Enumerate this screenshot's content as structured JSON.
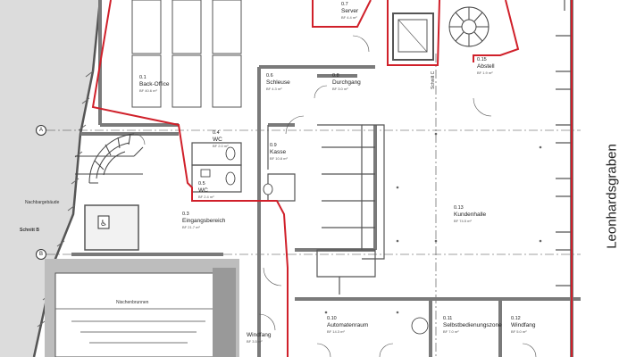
{
  "plan": {
    "street": "Leonhardsgraben",
    "neighbor": "Nachbargebäude",
    "fountain": "Nischenbrunnen",
    "section_b": "Schnitt B",
    "section_c": "Schnitt C",
    "axes": [
      "A",
      "B"
    ]
  },
  "rooms": [
    {
      "no": "0.1",
      "name": "Back-Office",
      "area": "BF 40.6 m²"
    },
    {
      "no": "0.7",
      "name": "Server",
      "area": "BF 4.4 m²"
    },
    {
      "no": "0.15",
      "name": "Abstell",
      "area": "BF 1.9 m²"
    },
    {
      "no": "0.6",
      "name": "Schleuse",
      "area": "BF 4.3 m²"
    },
    {
      "no": "0.8",
      "name": "Durchgang",
      "area": "BF 3.0 m²"
    },
    {
      "no": "0.4",
      "name": "WC",
      "area": "BF 2.0 m²"
    },
    {
      "no": "0.9",
      "name": "Kasse",
      "area": "BF 10.8 m²"
    },
    {
      "no": "0.5",
      "name": "WC",
      "area": "BF 2.4 m²"
    },
    {
      "no": "0.3",
      "name": "Eingangsbereich",
      "area": "BF 21.7 m²"
    },
    {
      "no": "0.13",
      "name": "Kundenhalle",
      "area": "BF 74.5 m²"
    },
    {
      "no": "0.10",
      "name": "Automatenraum",
      "area": "BF 14.3 m²"
    },
    {
      "no": "0.11",
      "name": "Selbstbedienungszone",
      "area": "BF 7.0 m²"
    },
    {
      "no": "0.12",
      "name": "Windfang",
      "area": "BF 5.0 m²"
    },
    {
      "no": "",
      "name": "Windfang",
      "area": "BF 3.5 m²"
    }
  ],
  "colors": {
    "wall": "#7a7a7a",
    "boundary": "#d0202a",
    "neighbor_fill": "#dcdcdc",
    "line": "#333333"
  }
}
